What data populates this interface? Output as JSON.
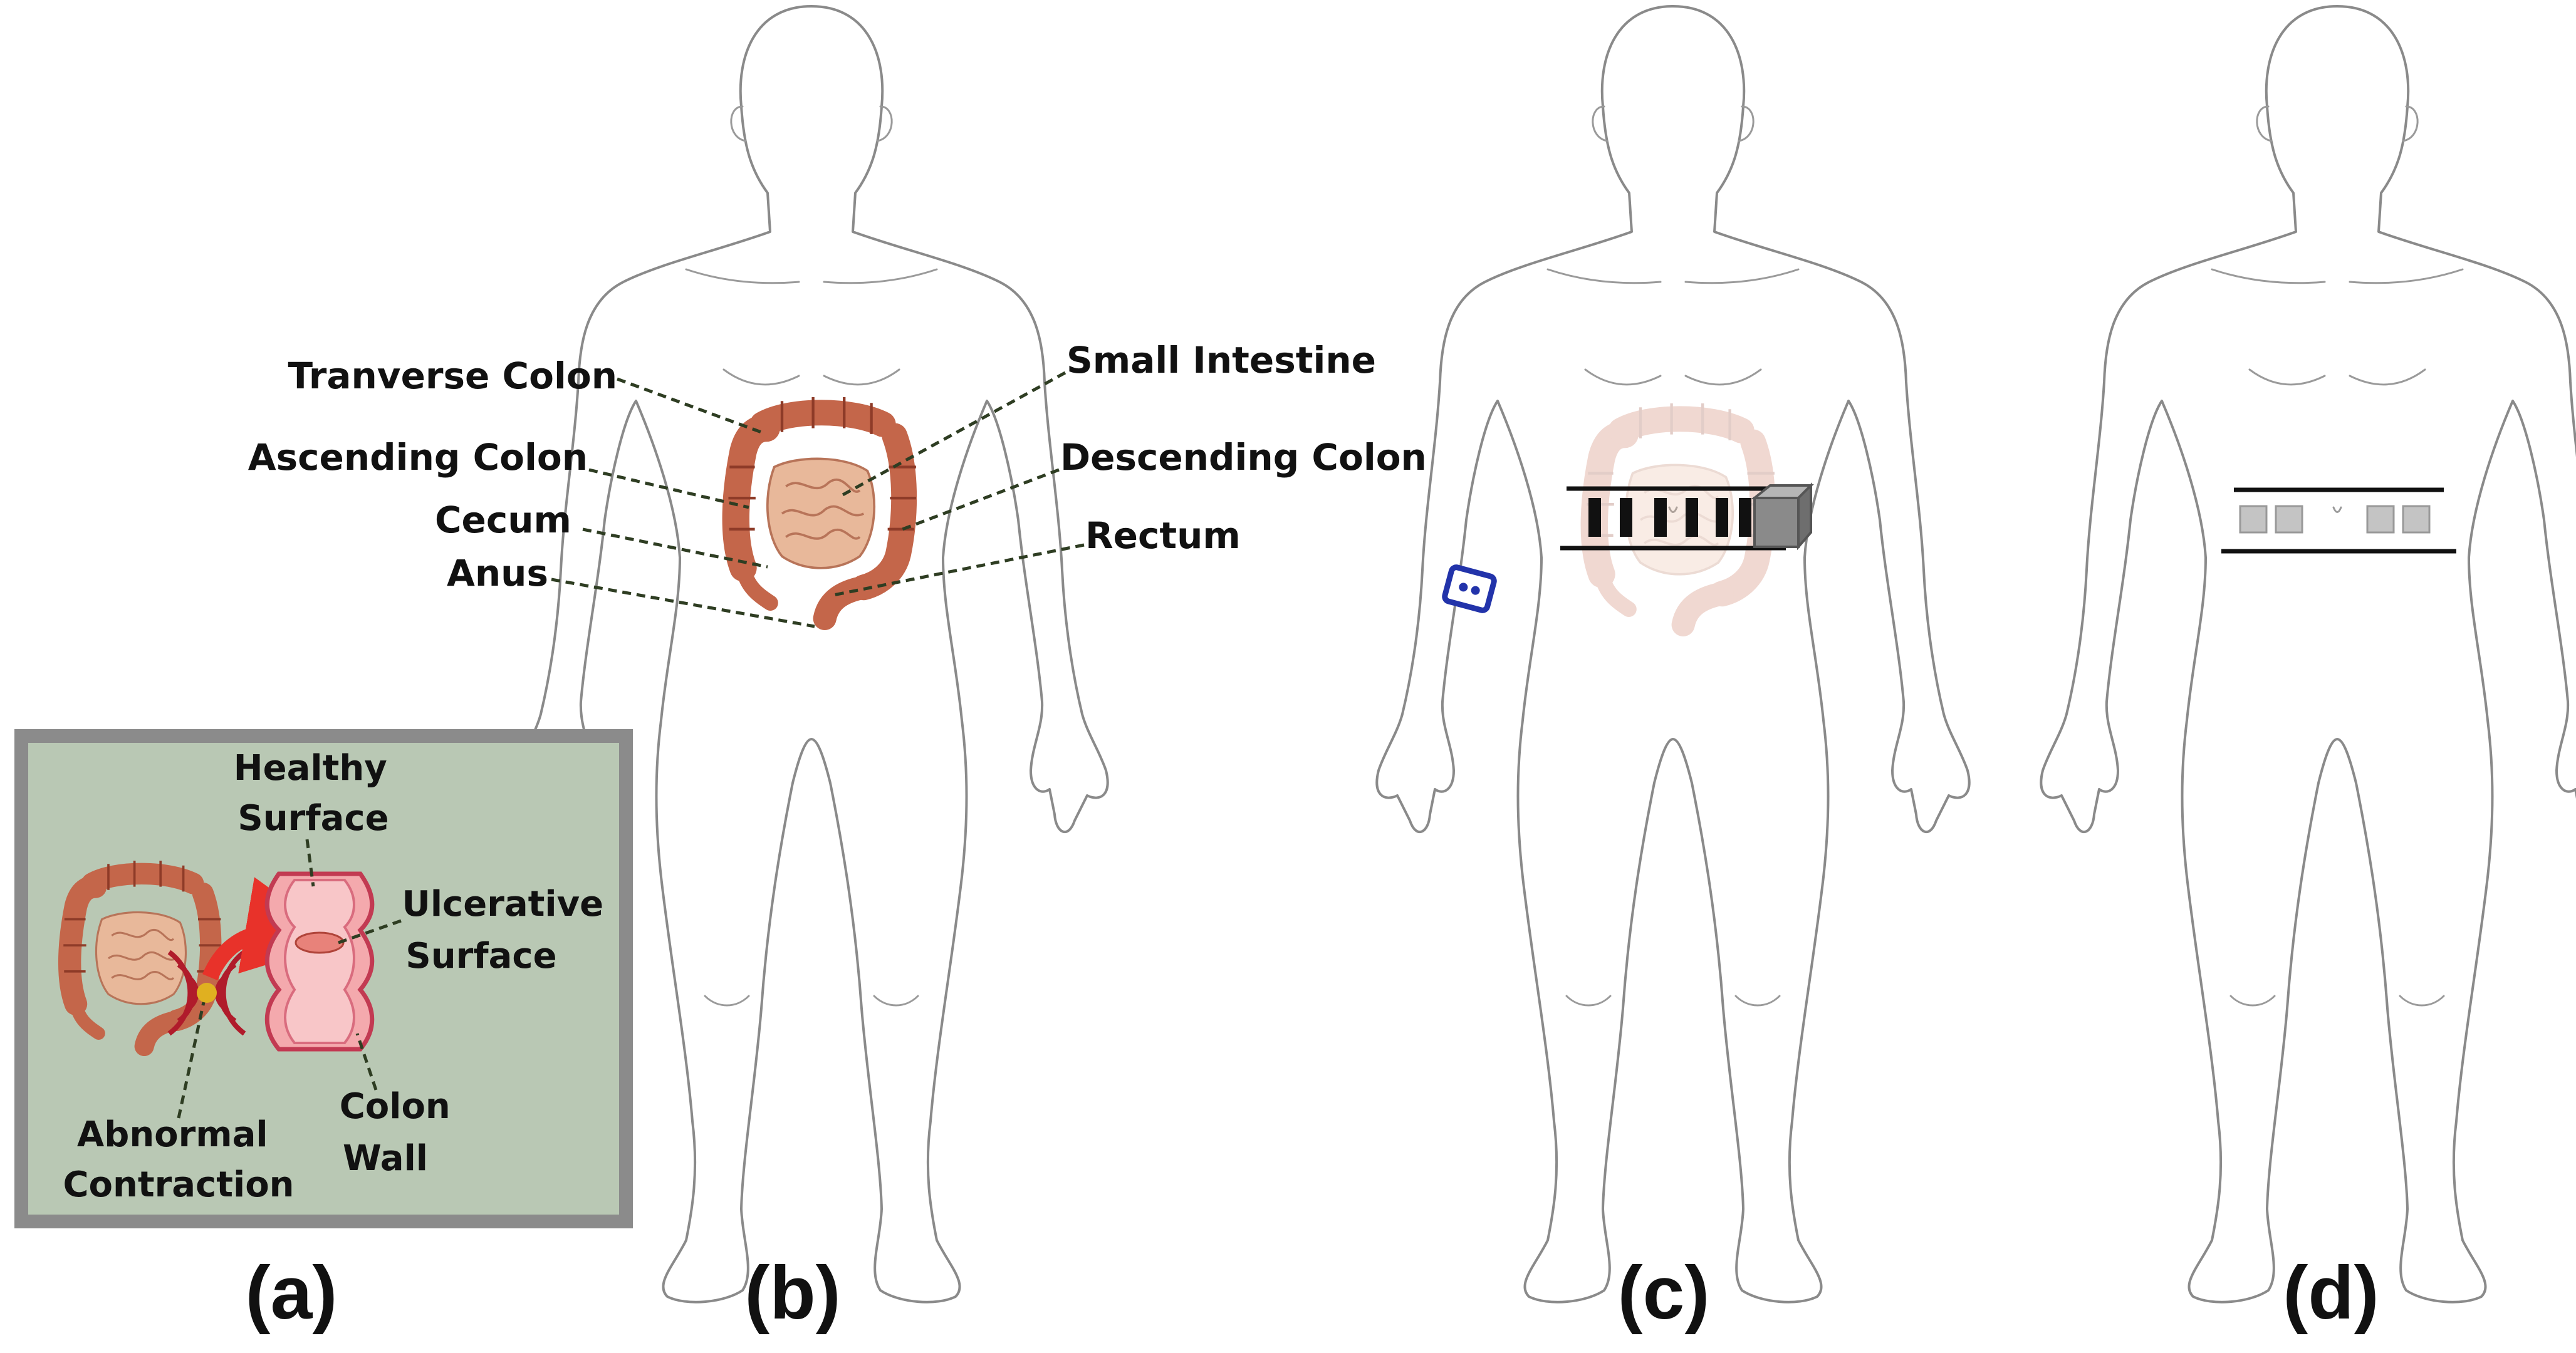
{
  "figure": {
    "panel_labels": {
      "a": "(a)",
      "b": "(b)",
      "c": "(c)",
      "d": "(d)"
    },
    "anatomy_labels": {
      "transverse_colon": "Tranverse Colon",
      "ascending_colon": "Ascending Colon",
      "cecum": "Cecum",
      "anus": "Anus",
      "small_intestine": "Small Intestine",
      "descending_colon": "Descending Colon",
      "rectum": "Rectum"
    },
    "inset": {
      "healthy_surface": [
        "Healthy",
        "Surface"
      ],
      "ulcerative_surface": [
        "Ulcerative",
        "Surface"
      ],
      "colon_wall": [
        "Colon",
        "Wall"
      ],
      "abnormal_contraction": [
        "Abnormal",
        "Contraction"
      ]
    },
    "colors": {
      "inset_background": "#b9c8b4",
      "inset_border": "#8b8b8b",
      "colon": "#c4664a",
      "colon_dark": "#8e3b28",
      "small_intestine": "#e8b89a",
      "healthy_wall": "#f4a9ad",
      "leader_line": "#2e3d22",
      "belt_electrode": "#111111",
      "belt_device": "#8a8a8a",
      "wristband": "#2233aa",
      "arrow": "#e8322a",
      "wave": "#b01b2b"
    }
  }
}
